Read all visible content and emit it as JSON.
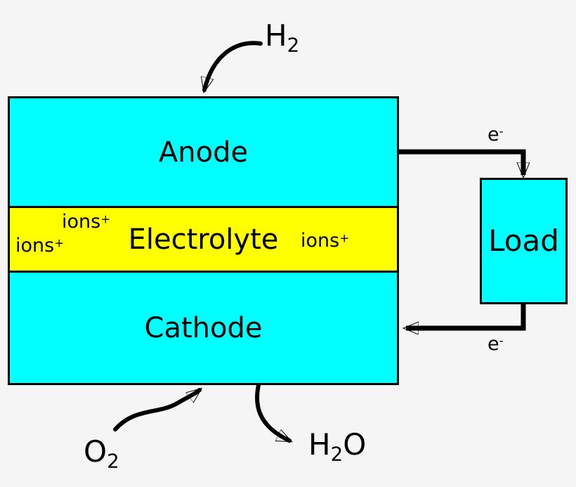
{
  "colors": {
    "background": "#f5f5f5",
    "electrode": "#00ffff",
    "electrolyte": "#ffff00",
    "ink": "#000000"
  },
  "stack": {
    "anode": "Anode",
    "electrolyte": "Electrolyte",
    "cathode": "Cathode"
  },
  "ions": {
    "base": "ions",
    "sup": "+"
  },
  "electrons": {
    "base": "e",
    "sup": "-"
  },
  "load": {
    "label": "Load"
  },
  "species": {
    "h2": {
      "base": "H",
      "sub": "2"
    },
    "o2": {
      "base": "O",
      "sub": "2"
    },
    "h2o": {
      "h": "H",
      "sub": "2",
      "o": "O"
    }
  }
}
